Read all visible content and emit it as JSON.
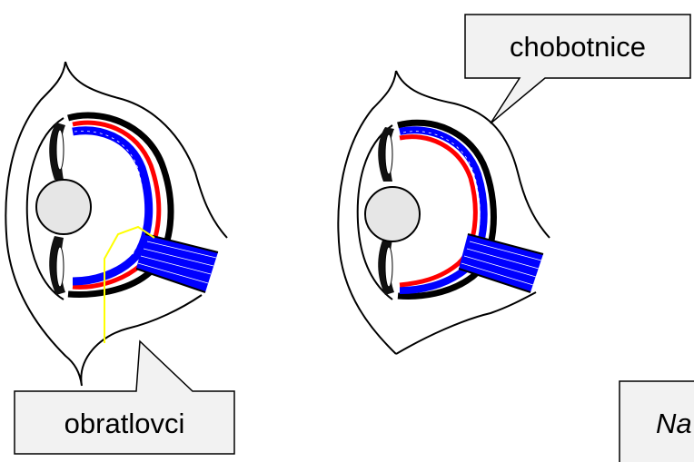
{
  "labels": {
    "top_right": "chobotnice",
    "bottom_left": "obratlovci",
    "bottom_right_partial": "Na"
  },
  "colors": {
    "callout_fill": "#f2f2f2",
    "outline": "#000000",
    "retina_red": "#ff0000",
    "nerve_blue": "#0000ff",
    "blind_spot_yellow": "#ffff00",
    "lens_fill": "#e6e6e6"
  },
  "eyes": [
    {
      "name": "vertebrate-eye",
      "label_ref": "bottom_left"
    },
    {
      "name": "octopus-eye",
      "label_ref": "top_right"
    }
  ]
}
